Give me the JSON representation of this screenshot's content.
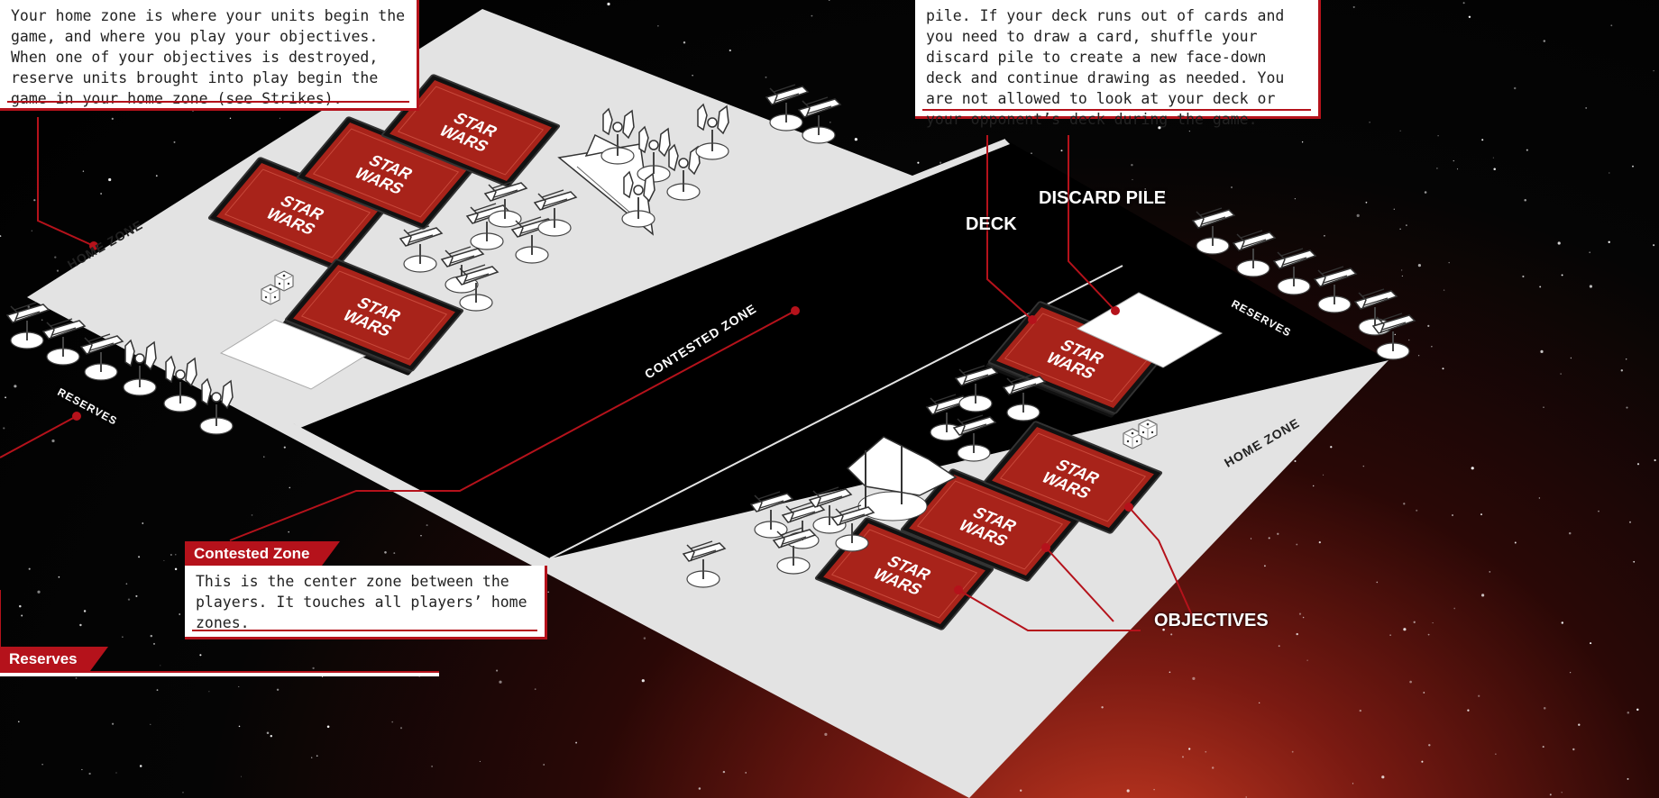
{
  "home_zone_callout": {
    "text": "Your home zone is where your units begin the game, and where you play your objectives. When one of your objectives is destroyed, reserve units brought into play begin the game in your home zone (see Strikes)."
  },
  "deck_callout": {
    "text": "pile. If your deck runs out of cards and you need to draw a card, shuffle your discard pile to create a new face-down deck and continue drawing as needed. You are not allowed to look at your deck or your opponent’s deck during the game."
  },
  "contested_callout": {
    "title": "Contested Zone",
    "text": "This is the center zone between the players. It touches all players’ home zones."
  },
  "reserves_callout": {
    "title": "Reserves"
  },
  "labels": {
    "home_zone_top": "HOME ZONE",
    "home_zone_bottom": "HOME ZONE",
    "contested_zone": "CONTESTED ZONE",
    "reserves_left": "RESERVES",
    "reserves_right": "RESERVES",
    "deck": "DECK",
    "discard_pile": "DISCARD PILE",
    "objectives": "OBJECTIVES"
  },
  "card_logo": {
    "line1": "STAR",
    "line2": "WARS"
  },
  "colors": {
    "accent_red": "#b5121b",
    "board_grey": "#e3e3e3",
    "card_red": "#a8231a"
  }
}
